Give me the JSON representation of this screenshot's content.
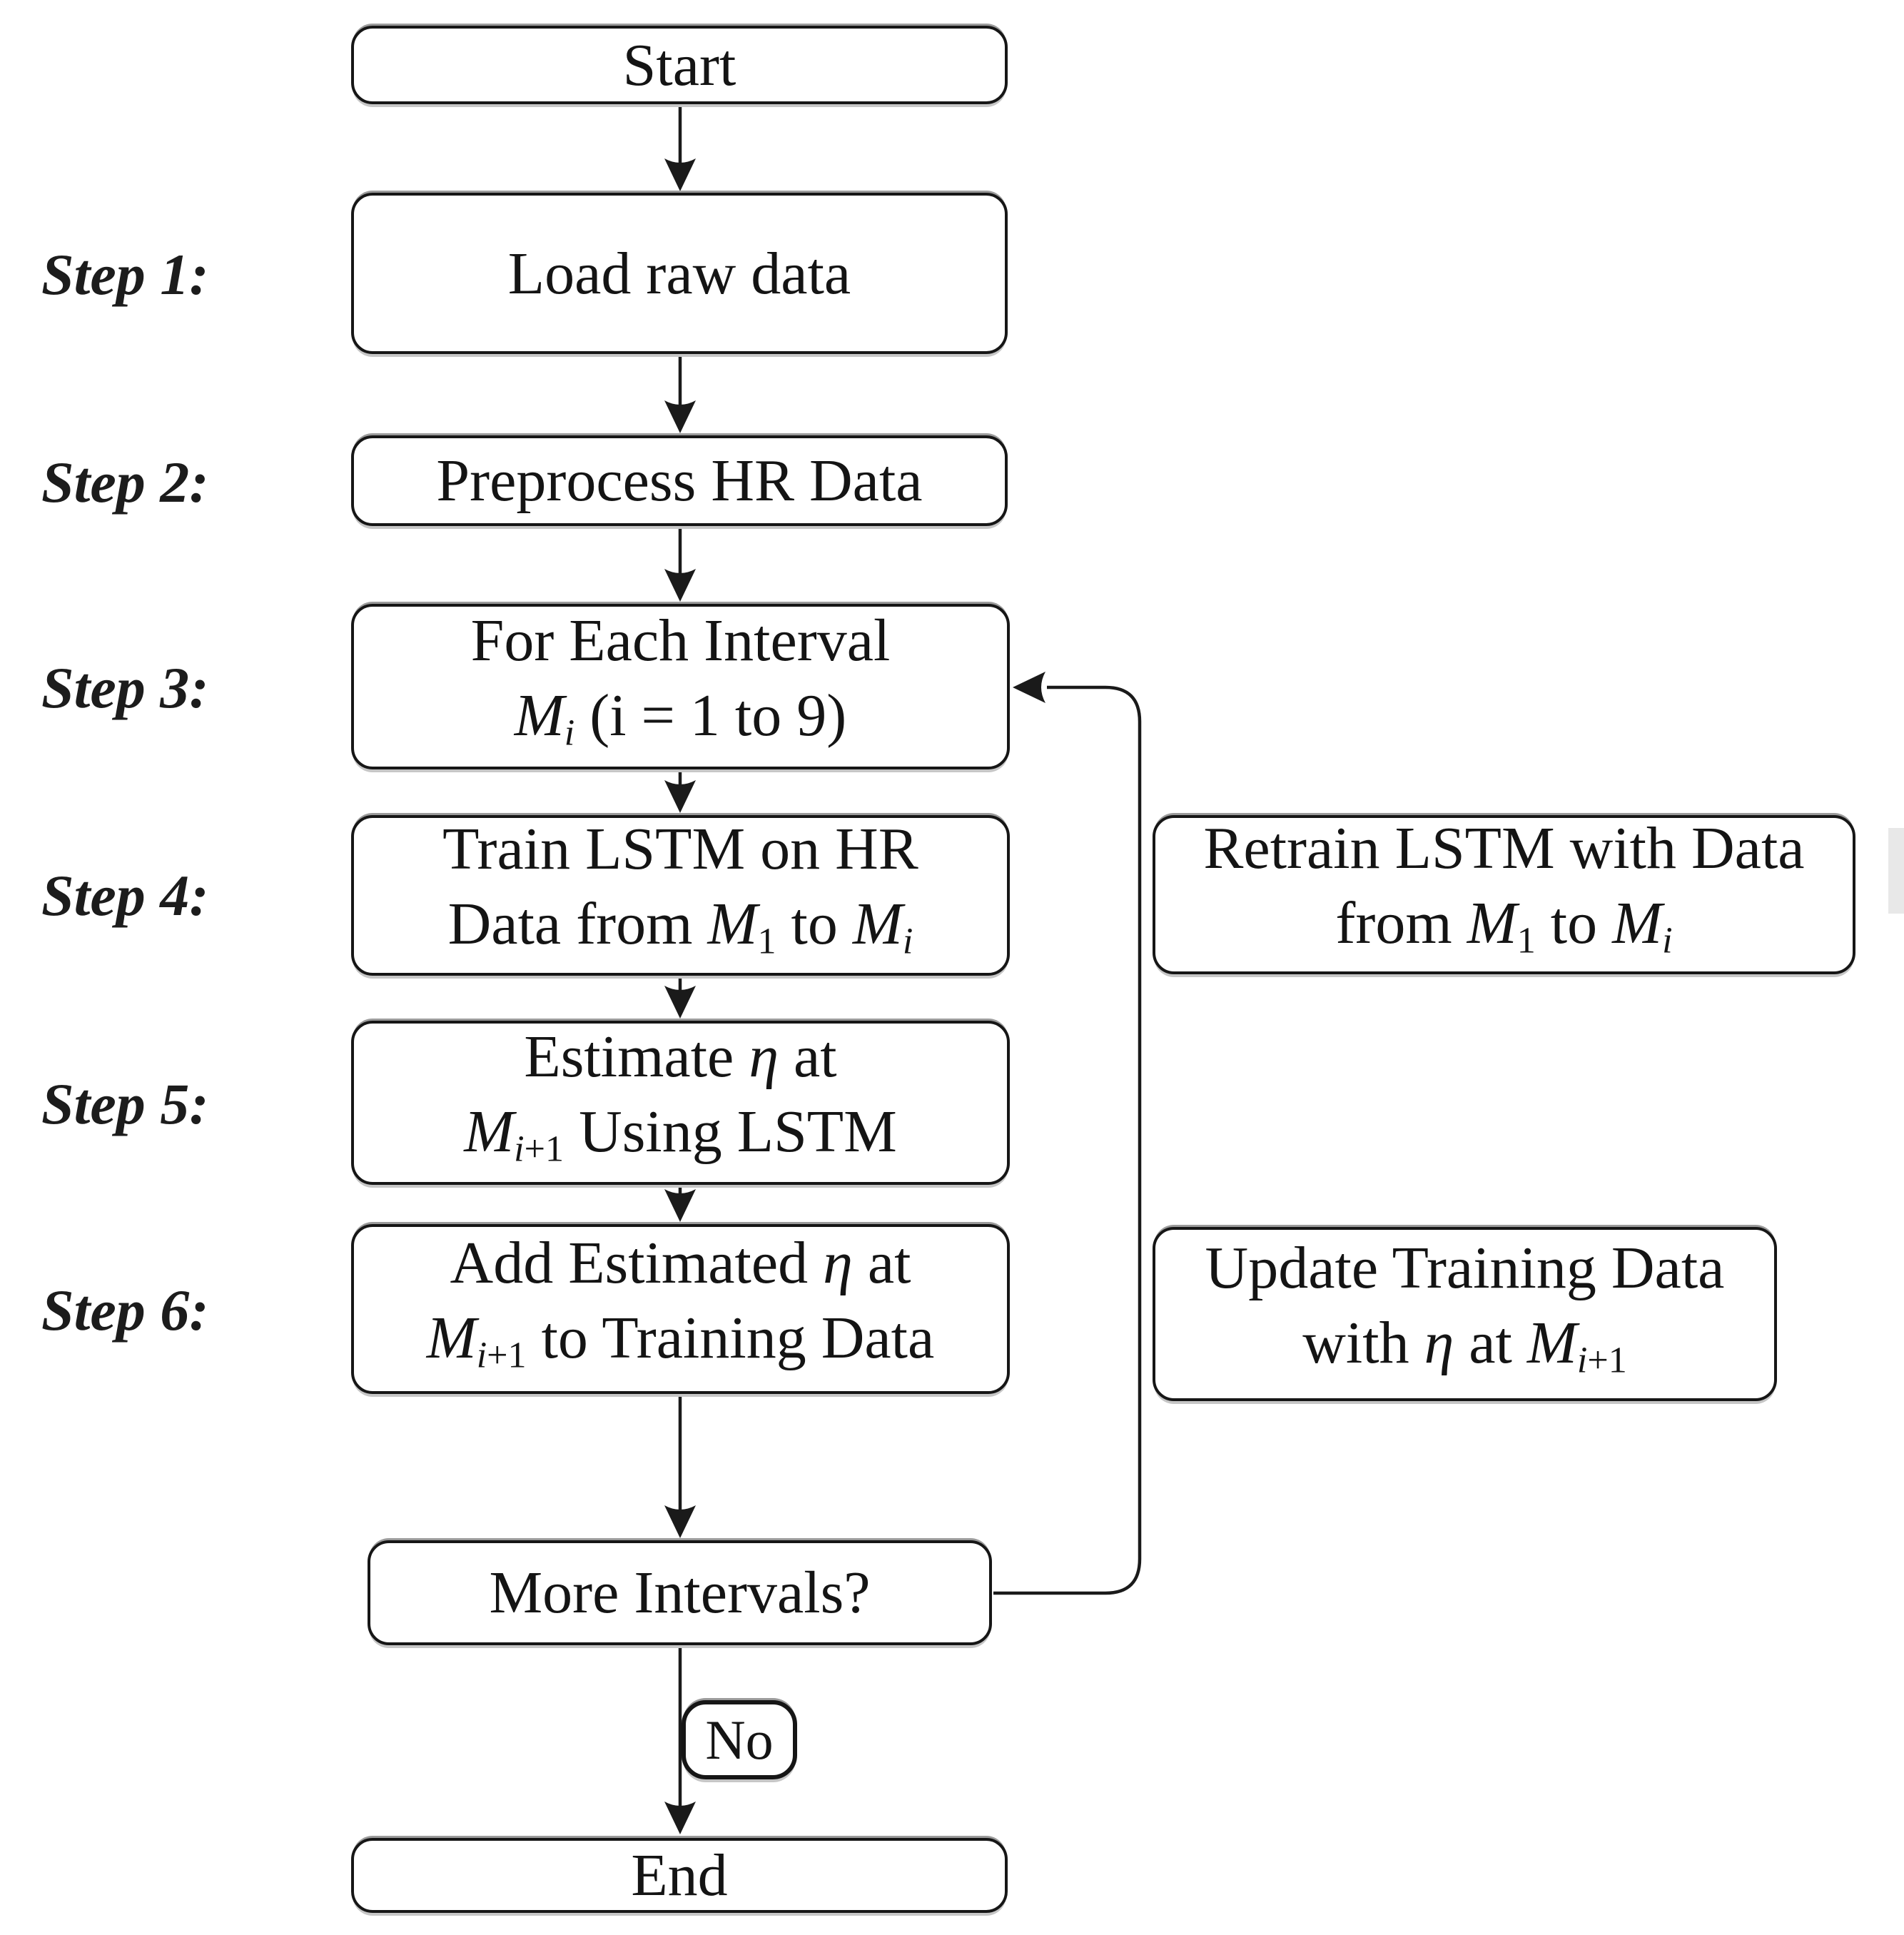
{
  "diagram": {
    "colors": {
      "background": "#ffffff",
      "ink": "#1a1a1a"
    },
    "steps": [
      {
        "label": "Step 1:"
      },
      {
        "label": "Step 2:"
      },
      {
        "label": "Step 3:"
      },
      {
        "label": "Step 4:"
      },
      {
        "label": "Step 5:"
      },
      {
        "label": "Step 6:"
      }
    ],
    "nodes": {
      "start": {
        "lines": [
          [
            [
              "n",
              "Start"
            ]
          ]
        ]
      },
      "load": {
        "lines": [
          [
            [
              "n",
              "Load raw data"
            ]
          ]
        ]
      },
      "preprocess": {
        "lines": [
          [
            [
              "n",
              "Preprocess HR Data"
            ]
          ]
        ]
      },
      "foreach": {
        "lines": [
          [
            [
              "n",
              "For Each Interval"
            ]
          ],
          [
            [
              "i",
              "M"
            ],
            [
              "isub",
              "i"
            ],
            [
              "n",
              " (i = 1 to 9)"
            ]
          ]
        ]
      },
      "train": {
        "lines": [
          [
            [
              "n",
              "Train LSTM on HR"
            ]
          ],
          [
            [
              "n",
              "Data from "
            ],
            [
              "i",
              "M"
            ],
            [
              "sub",
              "1"
            ],
            [
              "n",
              " to "
            ],
            [
              "i",
              "M"
            ],
            [
              "isub",
              "i"
            ]
          ]
        ]
      },
      "estimate": {
        "lines": [
          [
            [
              "n",
              "Estimate "
            ],
            [
              "i",
              "η"
            ],
            [
              "n",
              " at"
            ]
          ],
          [
            [
              "i",
              "M"
            ],
            [
              "isub",
              "i"
            ],
            [
              "sub",
              "+1"
            ],
            [
              "n",
              " Using LSTM"
            ]
          ]
        ]
      },
      "add": {
        "lines": [
          [
            [
              "n",
              "Add Estimated "
            ],
            [
              "i",
              "η"
            ],
            [
              "n",
              " at"
            ]
          ],
          [
            [
              "i",
              "M"
            ],
            [
              "isub",
              "i"
            ],
            [
              "sub",
              "+1"
            ],
            [
              "n",
              " to Training Data"
            ]
          ]
        ]
      },
      "more": {
        "lines": [
          [
            [
              "n",
              "More Intervals?"
            ]
          ]
        ]
      },
      "no_label": {
        "lines": [
          [
            [
              "n",
              "No"
            ]
          ]
        ]
      },
      "end": {
        "lines": [
          [
            [
              "n",
              "End"
            ]
          ]
        ]
      },
      "retrain": {
        "lines": [
          [
            [
              "n",
              "Retrain LSTM with Data"
            ]
          ],
          [
            [
              "n",
              "from "
            ],
            [
              "i",
              "M"
            ],
            [
              "sub",
              "1"
            ],
            [
              "n",
              " to "
            ],
            [
              "i",
              "M"
            ],
            [
              "isub",
              "i"
            ]
          ]
        ]
      },
      "update": {
        "lines": [
          [
            [
              "n",
              "Update Training Data"
            ]
          ],
          [
            [
              "n",
              "with "
            ],
            [
              "i",
              "η"
            ],
            [
              "n",
              " at "
            ],
            [
              "i",
              "M"
            ],
            [
              "isub",
              "i"
            ],
            [
              "sub",
              "+1"
            ]
          ]
        ]
      }
    }
  }
}
